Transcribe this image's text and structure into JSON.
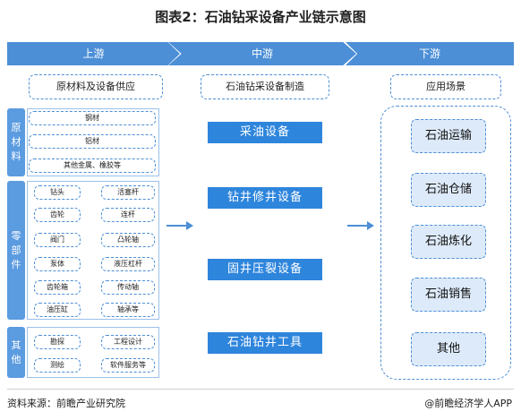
{
  "title": "图表2：石油钻采设备产业链示意图",
  "stages": [
    "上游",
    "中游",
    "下游"
  ],
  "headers": [
    "原材料及设备供应",
    "石油钻采设备制造",
    "应用场景"
  ],
  "upstream": {
    "groups": [
      {
        "label": "原\n材\n料",
        "items": [
          "钢材",
          "铝材",
          "其他金属、橡胶等"
        ]
      },
      {
        "label": "零\n部\n件",
        "items": [
          "钻头",
          "活塞杆",
          "齿轮",
          "连杆",
          "阀门",
          "凸轮轴",
          "泵体",
          "液压杠杆",
          "齿轮箱",
          "传动轴",
          "油压缸",
          "轴承等"
        ]
      },
      {
        "label": "其\n他",
        "items": [
          "勘探",
          "工程设计",
          "测绘",
          "软件服务等"
        ]
      }
    ]
  },
  "midstream": [
    "采油设备",
    "钻井修井设备",
    "固井压裂设备",
    "石油钻井工具"
  ],
  "downstream": [
    "石油运输",
    "石油仓储",
    "石油炼化",
    "石油销售",
    "其他"
  ],
  "footer": {
    "source": "资料来源：前瞻产业研究院",
    "credit": "@前瞻经济学人APP"
  },
  "colors": {
    "accent": "#2e85dc",
    "band": "#4c8fd6",
    "sidebar": "#5b9be0",
    "app_fill": "#ddeaf9"
  }
}
